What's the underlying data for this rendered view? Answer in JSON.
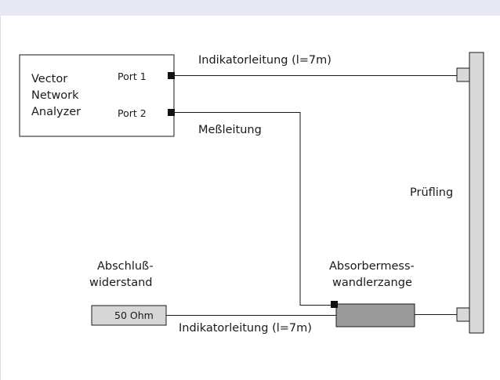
{
  "diagram": {
    "vna": {
      "line1": "Vector",
      "line2": "Network",
      "line3": "Analyzer"
    },
    "port1_label": "Port 1",
    "port2_label": "Port 2",
    "indicator_top_label": "Indikatorleitung (l=7m)",
    "mess_label": "Meßleitung",
    "dut_label": "Prüfling",
    "termination": {
      "line1": "Abschluß-",
      "line2": "widerstand",
      "value": "50 Ohm"
    },
    "clamp": {
      "line1": "Absorbermess-",
      "line2": "wandlerzange"
    },
    "indicator_bottom_label": "Indikatorleitung (l=7m)"
  },
  "colors": {
    "background": "#e7e8f1",
    "panel": "#ffffff",
    "clamp_fill": "#9a9a9a",
    "termination_fill": "#d6d6d6",
    "dut_fill": "#d9d9d9",
    "lines": "#1a1a1a"
  }
}
